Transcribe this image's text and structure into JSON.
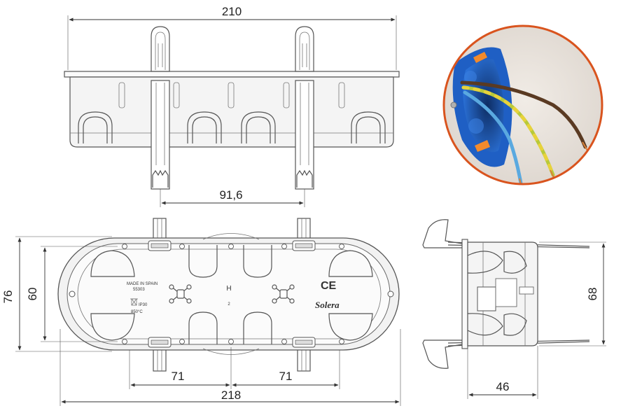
{
  "dimensions": {
    "top_width": "210",
    "top_clamp_spacing": "91,6",
    "front_height_outer": "76",
    "front_height_inner": "60",
    "front_spacing_left": "71",
    "front_spacing_right": "71",
    "front_width": "218",
    "side_height": "68",
    "side_depth": "46"
  },
  "box_markings": {
    "made_in": "MADE IN SPAIN",
    "code": "55303",
    "ip": "IP30",
    "temp": "850°C",
    "h_mark": "H",
    "two_mark": "2",
    "ce": "CE",
    "brand": "Solera"
  },
  "colors": {
    "photo_ring": "#d9541e",
    "box_blue": "#1f5fc4",
    "accent_orange": "#f28a2c",
    "wire_brown": "#5a3a22",
    "wire_green_yellow": "#b8c93a",
    "wire_blue": "#5aa9e0"
  }
}
